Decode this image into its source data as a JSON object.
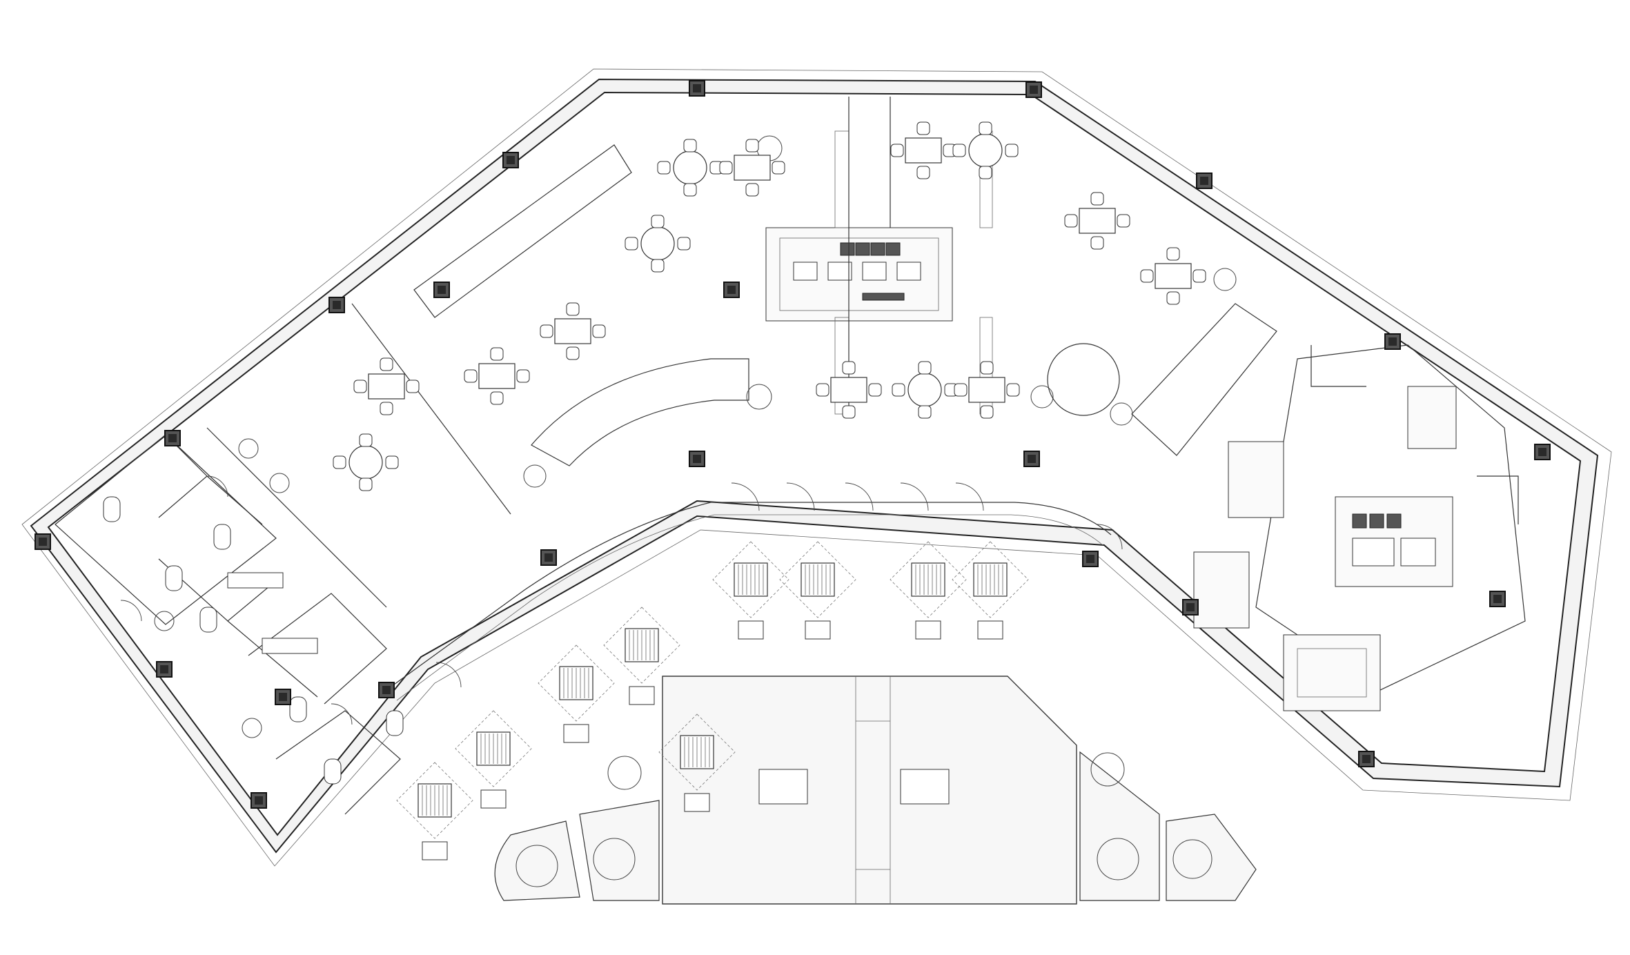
{
  "plan": {
    "columns": 22,
    "dining_tables": 14,
    "terrace_tables": 9
  }
}
